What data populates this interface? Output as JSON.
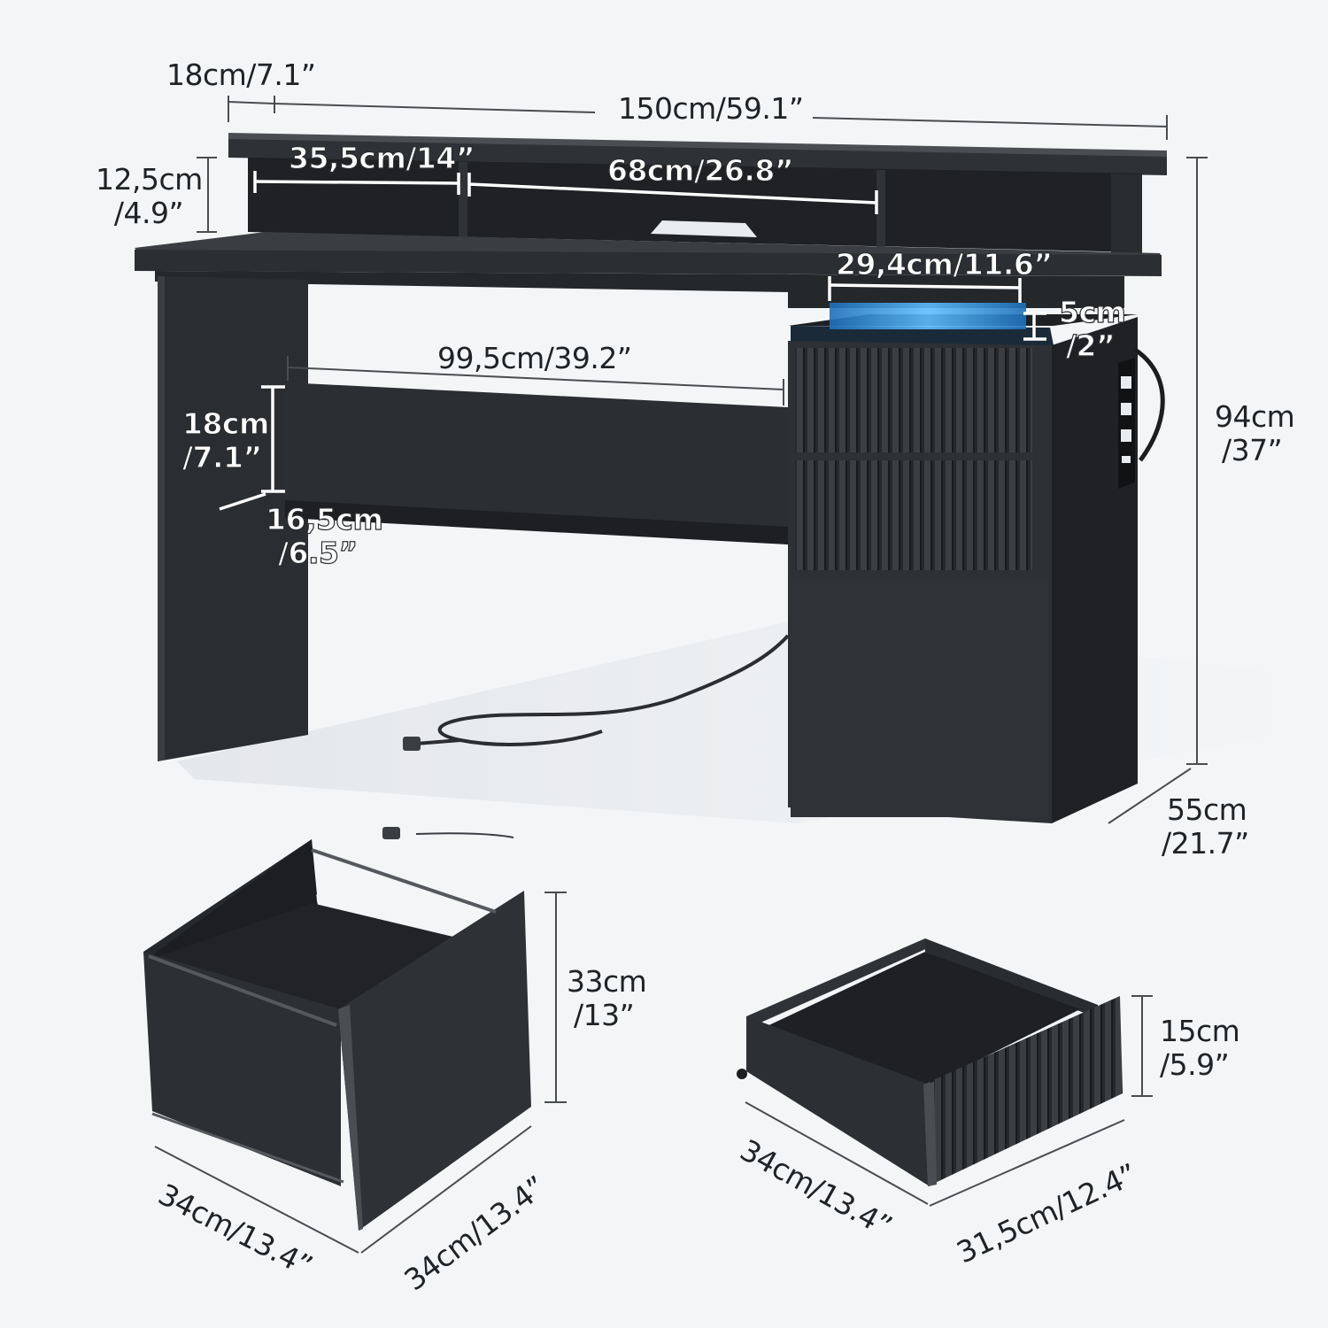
{
  "colors": {
    "background": "#f3f5f7",
    "furniture": "#2c2f33",
    "furniture_dark": "#1c1e21",
    "furniture_edge": "#4a4e53",
    "led_glow": "#3fa9ff",
    "dimension_line": "#4a4d50",
    "text": "#1f2326"
  },
  "dimensions": {
    "riser_depth": "18cm/7.1”",
    "total_width": "150cm/59.1”",
    "riser_height_a": "12,5cm",
    "riser_height_b": "/4.9”",
    "shelf_left_width": "35,5cm/14”",
    "shelf_middle_width": "68cm/26.8”",
    "led_compartment_width": "29,4cm/11.6”",
    "led_compartment_height_a": "5cm",
    "led_compartment_height_b": "/2”",
    "legroom_width": "99,5cm/39.2”",
    "keyboard_tray_height_a": "18cm",
    "keyboard_tray_height_b": "/7.1”",
    "keyboard_tray_depth_a": "16,5cm",
    "keyboard_tray_depth_b": "/6.5”",
    "total_height_a": "94cm",
    "total_height_b": "/37”",
    "total_depth_a": "55cm",
    "total_depth_b": "/21.7”",
    "file_drawer_height_a": "33cm",
    "file_drawer_height_b": "/13”",
    "file_drawer_width": "34cm/13.4”",
    "file_drawer_depth": "34cm/13.4”",
    "small_drawer_height_a": "15cm",
    "small_drawer_height_b": "/5.9”",
    "small_drawer_depth": "34cm/13.4”",
    "small_drawer_width": "31,5cm/12.4”"
  }
}
